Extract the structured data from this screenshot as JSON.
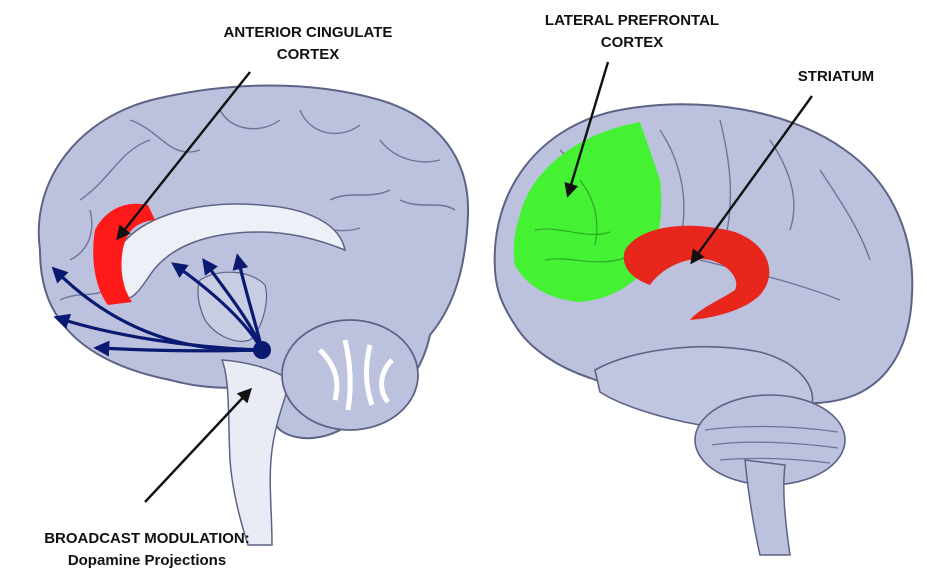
{
  "labels": {
    "anterior_cingulate": {
      "line1": "ANTERIOR CINGULATE",
      "line2": "CORTEX"
    },
    "lateral_prefrontal": {
      "line1": "LATERAL PREFRONTAL",
      "line2": "CORTEX"
    },
    "striatum": {
      "line1": "STRIATUM"
    },
    "broadcast": {
      "line1": "BROADCAST MODULATION:",
      "line2": "Dopamine Projections"
    }
  },
  "colors": {
    "brain_fill": "#bcc1dd",
    "brain_stroke": "#5d6386",
    "inner_white": "#eef0f7",
    "acc_highlight": "#ff1a1a",
    "lpfc_highlight": "#44f233",
    "striatum_highlight": "#e8261c",
    "dopamine_arrows": "#0a1a72",
    "pointer_arrows": "#111111"
  }
}
